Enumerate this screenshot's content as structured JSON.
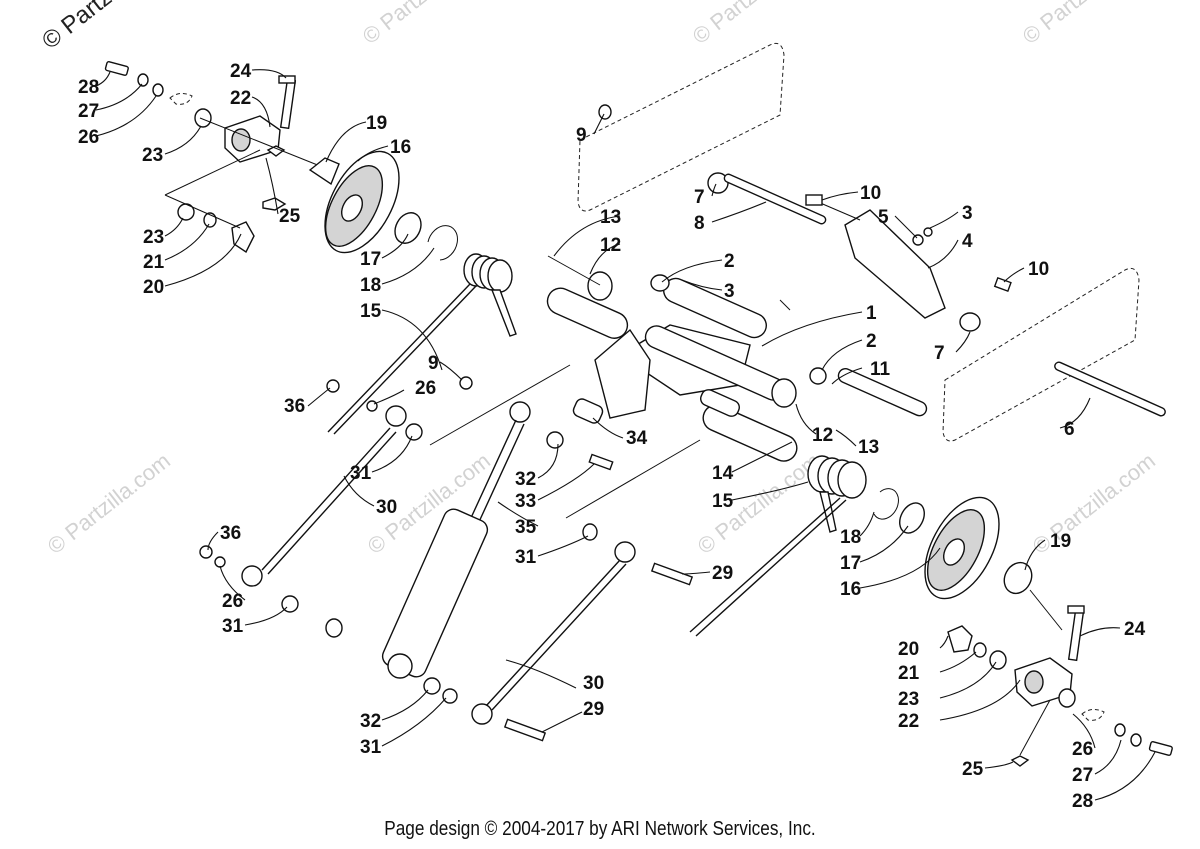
{
  "watermark": {
    "corner_text": "© Partz",
    "text": "© Partzilla.com"
  },
  "footer": {
    "text": "Page design © 2004-2017 by ARI Network Services, Inc."
  },
  "callouts": [
    {
      "label": "28"
    },
    {
      "label": "27"
    },
    {
      "label": "26"
    },
    {
      "label": "23"
    },
    {
      "label": "24"
    },
    {
      "label": "22"
    },
    {
      "label": "25"
    },
    {
      "label": "23"
    },
    {
      "label": "21"
    },
    {
      "label": "20"
    },
    {
      "label": "19"
    },
    {
      "label": "16"
    },
    {
      "label": "17"
    },
    {
      "label": "18"
    },
    {
      "label": "15"
    },
    {
      "label": "36"
    },
    {
      "label": "26"
    },
    {
      "label": "9"
    },
    {
      "label": "31"
    },
    {
      "label": "30"
    },
    {
      "label": "36"
    },
    {
      "label": "26"
    },
    {
      "label": "31"
    },
    {
      "label": "32"
    },
    {
      "label": "33"
    },
    {
      "label": "35"
    },
    {
      "label": "31"
    },
    {
      "label": "32"
    },
    {
      "label": "31"
    },
    {
      "label": "29"
    },
    {
      "label": "30"
    },
    {
      "label": "29"
    },
    {
      "label": "34"
    },
    {
      "label": "9"
    },
    {
      "label": "7"
    },
    {
      "label": "8"
    },
    {
      "label": "13"
    },
    {
      "label": "12"
    },
    {
      "label": "2"
    },
    {
      "label": "3"
    },
    {
      "label": "10"
    },
    {
      "label": "5"
    },
    {
      "label": "3"
    },
    {
      "label": "4"
    },
    {
      "label": "10"
    },
    {
      "label": "1"
    },
    {
      "label": "2"
    },
    {
      "label": "11"
    },
    {
      "label": "7"
    },
    {
      "label": "6"
    },
    {
      "label": "12"
    },
    {
      "label": "13"
    },
    {
      "label": "14"
    },
    {
      "label": "15"
    },
    {
      "label": "18"
    },
    {
      "label": "17"
    },
    {
      "label": "16"
    },
    {
      "label": "19"
    },
    {
      "label": "24"
    },
    {
      "label": "20"
    },
    {
      "label": "21"
    },
    {
      "label": "23"
    },
    {
      "label": "22"
    },
    {
      "label": "26"
    },
    {
      "label": "27"
    },
    {
      "label": "25"
    },
    {
      "label": "28"
    }
  ]
}
